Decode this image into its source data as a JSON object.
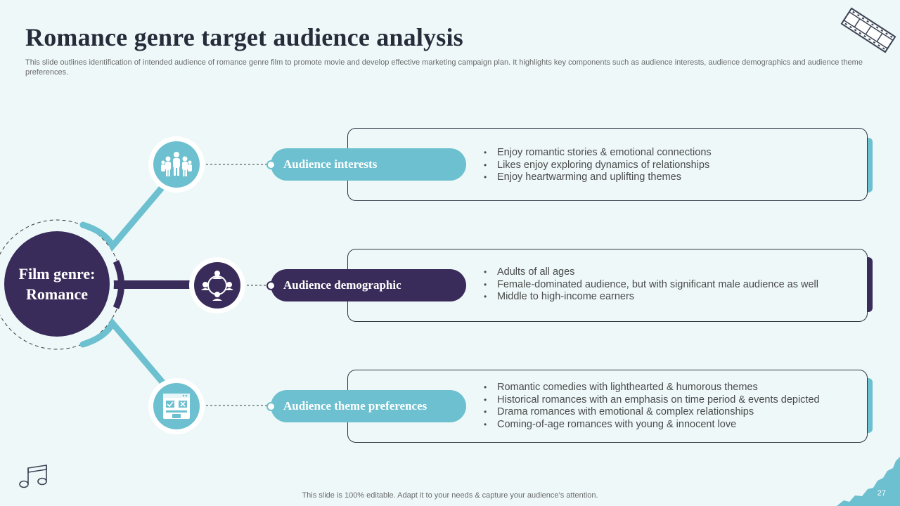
{
  "slide": {
    "title": "Romance genre target audience analysis",
    "subtitle": "This slide outlines identification of intended audience of romance genre film to promote movie and develop effective marketing campaign plan. It highlights key components such as audience interests, audience demographics and audience theme preferences.",
    "footer": "This slide is 100% editable. Adapt it to your needs & capture your audience’s attention.",
    "page_number": "27"
  },
  "hub": {
    "line1": "Film genre:",
    "line2": "Romance"
  },
  "colors": {
    "teal": "#6cc0cf",
    "purple": "#3a2c5a",
    "background": "#eef8f9"
  },
  "sections": [
    {
      "label": "Audience interests",
      "icon": "group-people-icon",
      "bullets": [
        "Enjoy romantic stories & emotional connections",
        "Likes enjoy exploring dynamics of relationships",
        "Enjoy heartwarming and uplifting themes"
      ]
    },
    {
      "label": "Audience demographic",
      "icon": "network-people-icon",
      "bullets": [
        "Adults of all ages",
        "Female-dominated audience, but with significant male audience as well",
        "Middle to high-income earners"
      ]
    },
    {
      "label": "Audience theme preferences",
      "icon": "dashboard-window-icon",
      "bullets": [
        "Romantic comedies with lighthearted & humorous themes",
        "Historical romances with an emphasis on time period & events depicted",
        "Drama romances with emotional & complex relationships",
        "Coming-of-age romances with young & innocent love"
      ]
    }
  ]
}
